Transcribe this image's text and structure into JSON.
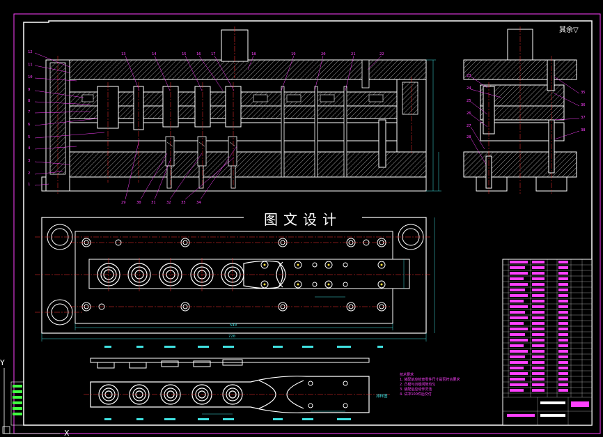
{
  "drawing": {
    "watermark": "图文设计",
    "surface_note": "其余▽",
    "part_numbers_left": [
      "12",
      "11",
      "10",
      "9",
      "8",
      "7",
      "6",
      "5",
      "4",
      "3",
      "2",
      "1"
    ],
    "part_numbers_top": [
      "13",
      "14",
      "15",
      "16",
      "17",
      "18",
      "19",
      "20",
      "21",
      "22"
    ],
    "part_numbers_bottom": [
      "29",
      "30",
      "31",
      "32",
      "33",
      "34"
    ],
    "part_numbers_side": [
      "23",
      "24",
      "25",
      "26",
      "27",
      "28",
      "35",
      "36",
      "37",
      "38"
    ],
    "dimensions": [
      "540",
      "720"
    ],
    "strip_label": "排样图",
    "tech_notes_title": "技术要求",
    "tech_notes": [
      "1. 装配前应检查零件尺寸是否符合要求",
      "2. 凸模与凹模间隙均匀",
      "3. 装配后应动作灵活",
      "4. 试冲100件后交付"
    ]
  },
  "colors": {
    "outline": "#ffffff",
    "centerline": "#ff3030",
    "leader": "#ff40ff",
    "dimension": "#40e0e0",
    "hatch": "#ffffff",
    "title_block_text": "#ff40ff"
  }
}
